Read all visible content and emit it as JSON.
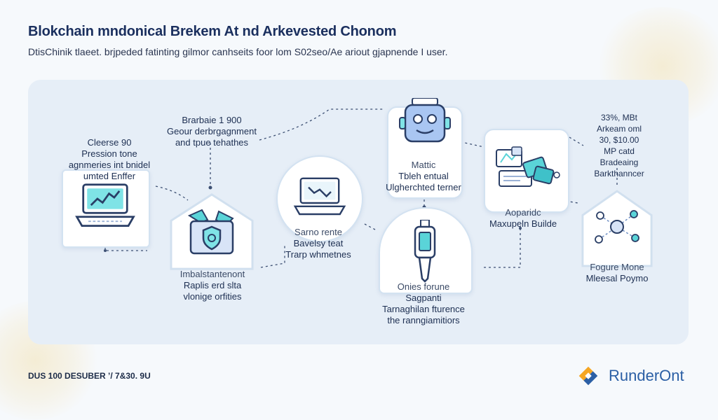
{
  "header": {
    "title": "Blokchain mndonical Brekem At nd Arkevested Chonom",
    "subtitle": "DtisChinik tlaeet. brjpeded fatinting gilmor canhseits foor lom S02seo/Ae ariout gjapnende I user."
  },
  "nodes": {
    "laptop_left": {
      "label": [
        "Cleerse 90",
        "Pression tone",
        "agnmeries int bnidel",
        "umted Enffer"
      ],
      "icon": "laptop-chart-icon"
    },
    "top_note": {
      "label": [
        "Brarbaie 1 900",
        "Geour derbrgagnment",
        "and tpue tehathes"
      ]
    },
    "wallet": {
      "label": [
        "Imbalstantenont",
        "Raplis erd slta",
        "vlonige orfities"
      ],
      "icon": "wallet-shield-icon"
    },
    "laptop_center": {
      "label": [
        "Sarno rente",
        "Bavelsy teat",
        "Trarp whmetnes"
      ],
      "icon": "laptop-chart-icon"
    },
    "robot": {
      "label": [
        "Mattic",
        "Tbleh entual",
        "Ulgherchted terner"
      ],
      "icon": "robot-icon"
    },
    "usb": {
      "label": [
        "Onies forune",
        "Sagpanti",
        "Tarnaghilan fturence",
        "the ranngiamitiors"
      ],
      "icon": "usb-key-icon"
    },
    "cards": {
      "label": [
        "Aoparidc",
        "Maxupeln Builde"
      ],
      "icon": "crypto-cards-icon"
    },
    "top_right_note": {
      "label": [
        "33%, MBt",
        "Arkeam oml",
        "30, $10.00",
        "MP catd",
        "Bradeaing",
        "Barkthanncer"
      ]
    },
    "network": {
      "label": [
        "Fogure Mone",
        "Mleesal Poymo"
      ],
      "icon": "network-nodes-icon"
    }
  },
  "footer": {
    "left_text": "DUS 100 DESUBER ’/ 7&30. 9U",
    "brand_name": "RunderOnt",
    "brand_icon": "brand-logo-icon"
  },
  "colors": {
    "title": "#1a2f5e",
    "accent_teal": "#3fc1c9",
    "accent_blue": "#2b5fa5",
    "brand_orange": "#f5a623",
    "panel": "#e6eef7"
  }
}
